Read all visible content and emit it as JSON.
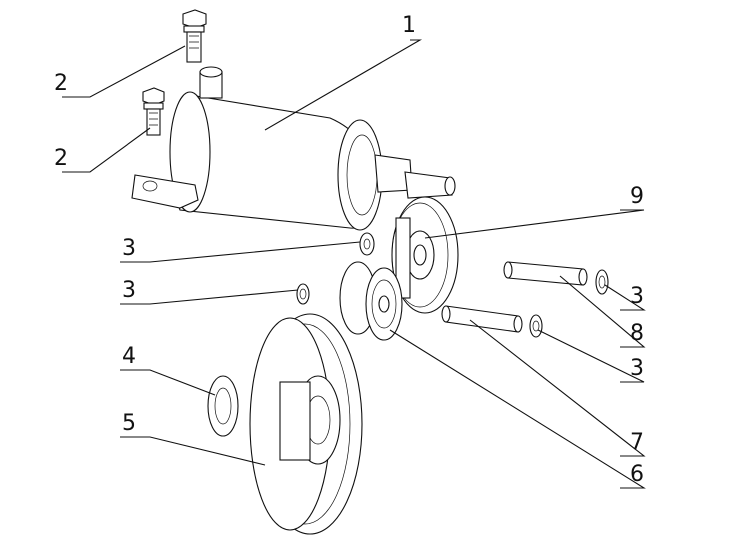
{
  "callouts": [
    {
      "id": "c1",
      "label": "1"
    },
    {
      "id": "c2a",
      "label": "2"
    },
    {
      "id": "c2b",
      "label": "2"
    },
    {
      "id": "c3a",
      "label": "3"
    },
    {
      "id": "c3b",
      "label": "3"
    },
    {
      "id": "c3c",
      "label": "3"
    },
    {
      "id": "c3d",
      "label": "3"
    },
    {
      "id": "c4",
      "label": "4"
    },
    {
      "id": "c5",
      "label": "5"
    },
    {
      "id": "c6",
      "label": "6"
    },
    {
      "id": "c7",
      "label": "7"
    },
    {
      "id": "c8",
      "label": "8"
    },
    {
      "id": "c9",
      "label": "9"
    }
  ]
}
